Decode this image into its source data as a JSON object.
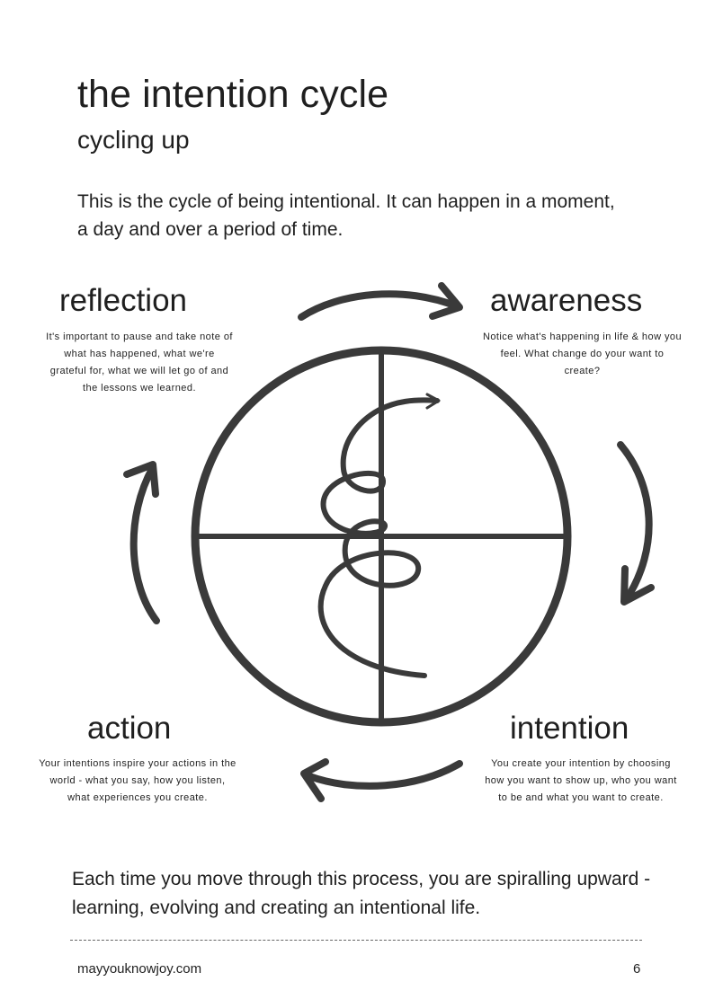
{
  "header": {
    "title": "the intention cycle",
    "subtitle": "cycling up",
    "intro": "This is the cycle of being intentional. It can happen in a moment, a day and over a period of time."
  },
  "stages": {
    "reflection": {
      "heading": "reflection",
      "description": "It's important to pause and take note of what has happened, what we're grateful for, what we will let go of and the lessons we learned."
    },
    "awareness": {
      "heading": "awareness",
      "description": "Notice what's happening in life & how you feel. What change do your want to create?"
    },
    "action": {
      "heading": "action",
      "description": "Your intentions inspire your actions in the world - what you say, how you listen, what experiences you create."
    },
    "intention": {
      "heading": "intention",
      "description": "You create your intention by choosing how you want to show up, who you want to be and what you want to create."
    }
  },
  "summary": "Each time you move through this process, you are spiralling upward - learning, evolving and creating an intentional life.",
  "footer": {
    "site": "mayyouknowjoy.com",
    "page_number": "6"
  },
  "colors": {
    "ink": "#3a3a3a",
    "text": "#1f1f1f",
    "background": "#ffffff"
  },
  "icons": {
    "cycle": "circle-with-cross-and-upward-spiral",
    "arrows": "curved-clockwise-arrows"
  }
}
